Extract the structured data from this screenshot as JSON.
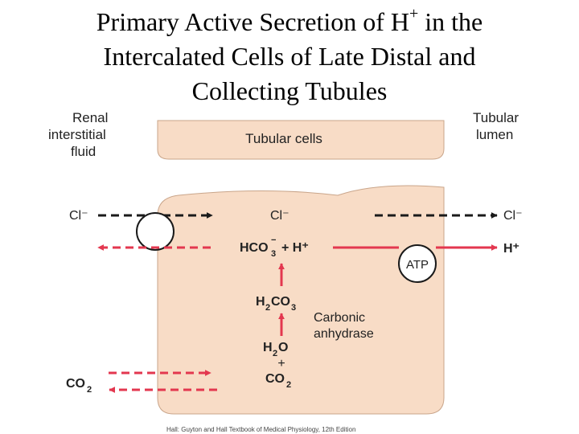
{
  "title": {
    "line1_prefix": "Primary Active Secretion of H",
    "line1_sup": "+",
    "line1_suffix": " in the",
    "line2": "Intercalated Cells of Late Distal and",
    "line3": "Collecting Tubules"
  },
  "side_labels": {
    "left": [
      "Renal",
      "interstitial",
      "fluid"
    ],
    "right": [
      "Tubular",
      "lumen"
    ]
  },
  "cells": {
    "upper_label": "Tubular cells"
  },
  "ions": {
    "cl_left": "Cl⁻",
    "cl_center": "Cl⁻",
    "cl_right": "Cl⁻",
    "hco3": "HCO",
    "hco3_sub": "3",
    "hco3_sup": "−",
    "plus_h": "+ H⁺",
    "h_right": "H⁺",
    "atp": "ATP",
    "h2co3_a": "H",
    "h2co3_b": "2",
    "h2co3_c": "CO",
    "h2co3_d": "3",
    "enzyme": [
      "Carbonic",
      "anhydrase"
    ],
    "h2o_a": "H",
    "h2o_b": "2",
    "h2o_c": "O",
    "plus": "+",
    "co2_a": "CO",
    "co2_b": "2",
    "co2_left_a": "CO",
    "co2_left_b": "2"
  },
  "credit": "Hall: Guyton and Hall Textbook of Medical Physiology, 12th Edition",
  "colors": {
    "cell_fill": "#f8dcc6",
    "cell_stroke": "#c9a58a",
    "red_arrow": "#e3374f",
    "dark_arrow": "#1a1a1a",
    "label_text": "#222222"
  }
}
